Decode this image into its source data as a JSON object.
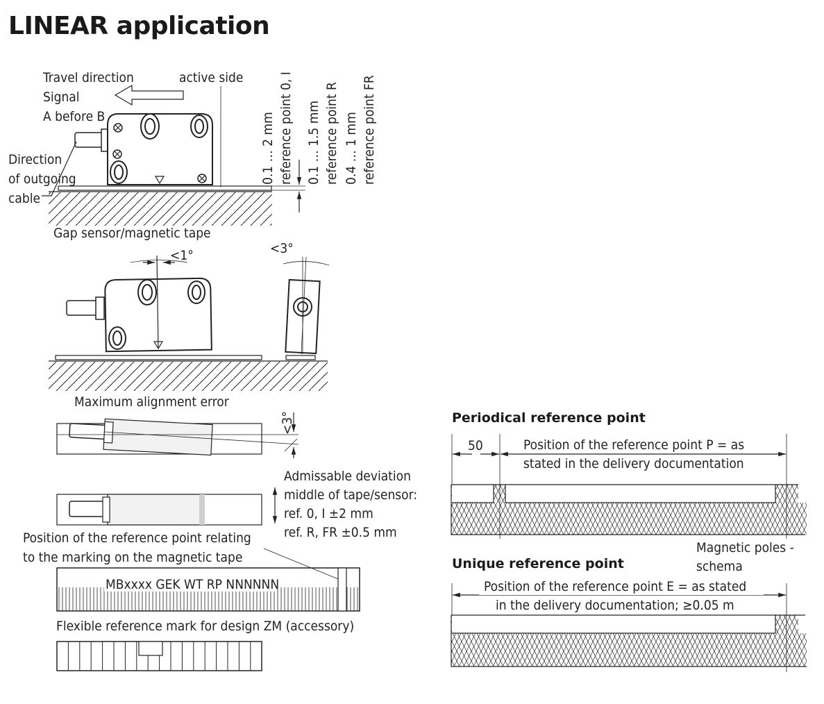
{
  "title": "LINEAR application",
  "top_view": {
    "travel_direction": "Travel direction",
    "signal": "Signal",
    "a_before_b": "A before B",
    "active_side": "active side",
    "direction_line1": "Direction",
    "direction_line2": "of outgoing",
    "direction_line3": "cable",
    "gap_caption": "Gap sensor/magnetic tape",
    "gap_0": "0.1 … 2 mm",
    "ref_0": "reference point 0, I",
    "gap_r": "0.1 … 1.5 mm",
    "ref_r": "reference point R",
    "gap_fr": "0.4 … 1 mm",
    "ref_fr": "reference point FR"
  },
  "alignment": {
    "angle_1": "<1°",
    "angle_3": "<3°",
    "caption": "Maximum alignment error",
    "angle_3_side": "<3°"
  },
  "deviation": {
    "line1": "Admissable deviation",
    "line2": "middle of tape/sensor:",
    "line3": "ref. 0, I ±2 mm",
    "line4": "ref. R, FR ±0.5 mm"
  },
  "tape": {
    "position_line1": "Position of the reference point relating",
    "position_line2": "to the marking on the magnetic tape",
    "marking": "MBxxxx GEK WT RP NNNNNN",
    "flexible": "Flexible reference mark for design ZM (accessory)"
  },
  "periodical": {
    "header": "Periodical reference point",
    "dim_50": "50",
    "pos_line1": "Position of the reference point P = as",
    "pos_line2": "stated in the delivery documentation",
    "poles_line1": "Magnetic poles -",
    "poles_line2": "schema"
  },
  "unique": {
    "header": "Unique reference point",
    "pos_line1": "Position of the reference point E = as stated",
    "pos_line2": "in the delivery documentation; ≥0.05 m"
  },
  "colors": {
    "ink": "#222222",
    "tape_gray": "#cccccc",
    "sensor_gray": "#e6e6e6"
  }
}
